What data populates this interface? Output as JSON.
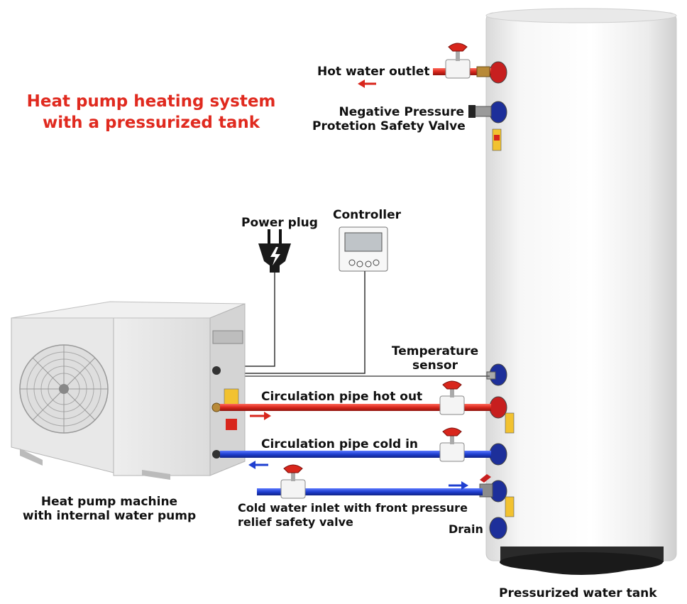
{
  "title": {
    "line1": "Heat pump heating system",
    "line2": "with a pressurized tank"
  },
  "labels": {
    "hot_water_outlet": "Hot water outlet",
    "negative_pressure_line1": "Negative Pressure",
    "negative_pressure_line2": "Protetion Safety Valve",
    "power_plug": "Power plug",
    "controller": "Controller",
    "temperature_sensor_line1": "Temperature",
    "temperature_sensor_line2": "sensor",
    "circulation_hot_out": "Circulation pipe hot out",
    "circulation_cold_in": "Circulation pipe cold in",
    "heat_pump_line1": "Heat pump machine",
    "heat_pump_line2": "with internal water pump",
    "cold_inlet_line1": "Cold water inlet with front pressure",
    "cold_inlet_line2": "relief safety valve",
    "drain": "Drain",
    "tank": "Pressurized water tank"
  },
  "colors": {
    "title": "#e02a1f",
    "hot_pipe": "#d8261c",
    "cold_pipe": "#1f3fd0",
    "tank_body": "#f2f2f2",
    "cable": "#333333"
  },
  "icons": [
    "plug-icon",
    "controller-icon",
    "valve-icon",
    "fan-icon",
    "flow-arrow-icon"
  ]
}
